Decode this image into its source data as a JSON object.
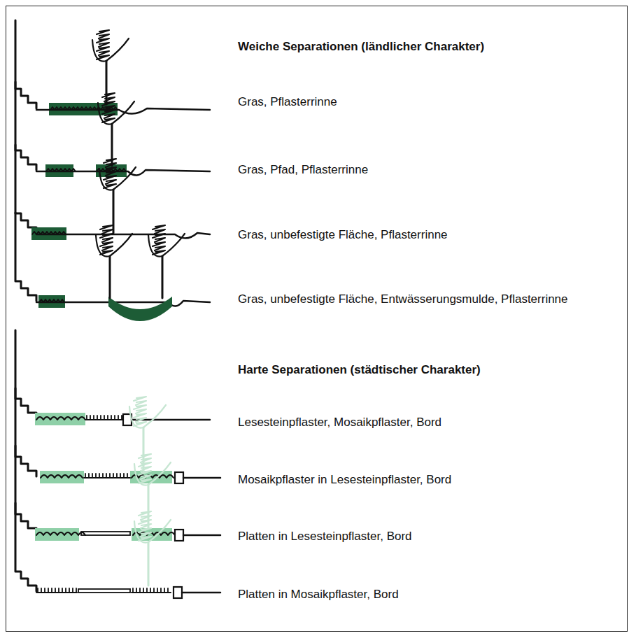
{
  "diagram": {
    "labels": [
      "Weiche Separationen (ländlicher Charakter)",
      "Gras, Pflasterrinne",
      "Gras, Pfad, Pflasterrinne",
      "Gras, unbefestigte Fläche, Pflasterrinne",
      "Gras, unbefestigte Fläche, Entwässerungsmulde, Pflasterrinne",
      "Harte Separationen (städtischer Charakter)",
      "Lesesteinpflaster, Mosaikpflaster, Bord",
      "Mosaikpflaster in Lesesteinpflaster, Bord",
      "Platten in Lesesteinpflaster, Bord",
      "Platten in Mosaikpflaster, Bord"
    ]
  }
}
